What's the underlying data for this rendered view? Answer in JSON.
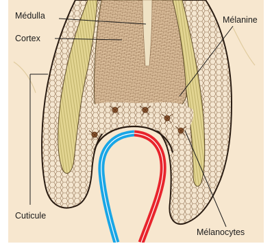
{
  "labels": {
    "medulla": "Médulla",
    "cortex": "Cortex",
    "melanin": "Mélanine",
    "cuticle": "Cuticule",
    "melanocytes": "Mélanocytes"
  },
  "colors": {
    "background": "#f7e7cf",
    "tissue": "#fdf6ea",
    "cell_stroke": "#8a6848",
    "outer_layer": "#e8d5b3",
    "yellow_sheath": "#e3d592",
    "cortex_fill": "#d7b894",
    "medulla": "#efe2c4",
    "melanocyte": "#8a5530",
    "artery": "#e8242c",
    "vein": "#19a6e6",
    "outline": "#2a1c12"
  }
}
